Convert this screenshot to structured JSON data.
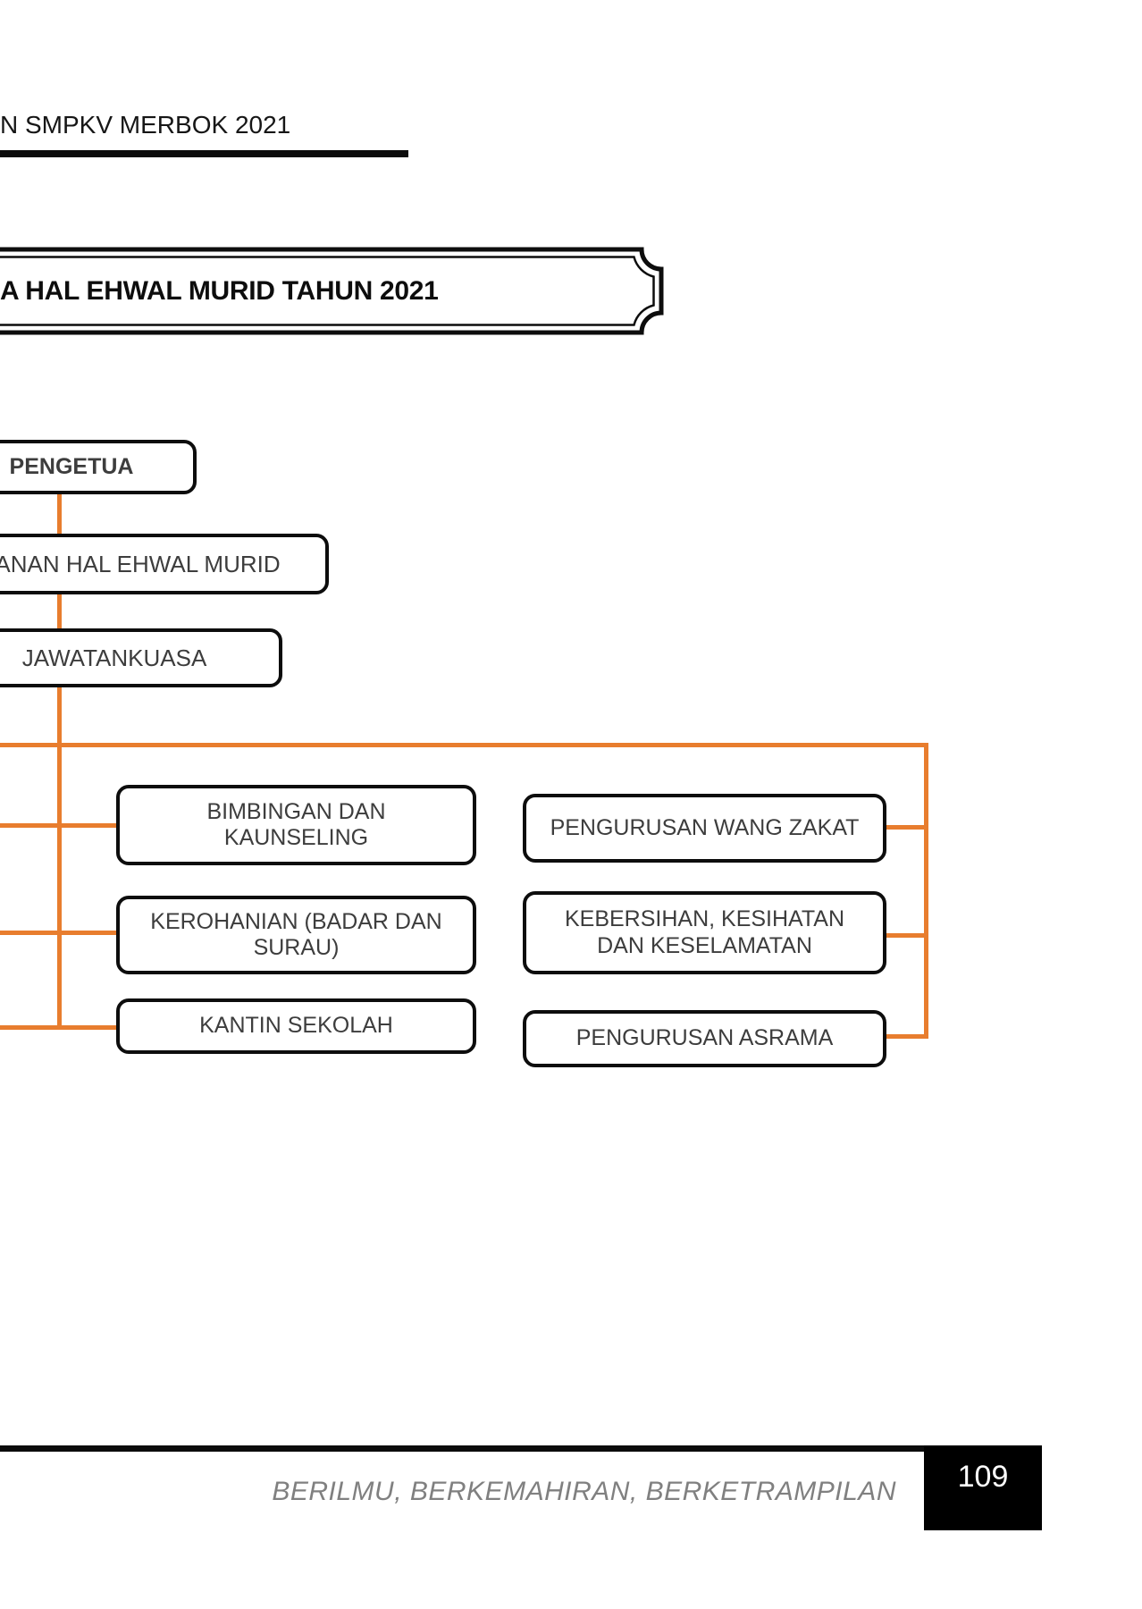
{
  "page": {
    "header": {
      "title": "N SMPKV MERBOK 2021"
    },
    "banner": {
      "title": "A HAL EHWAL MURID TAHUN 2021"
    },
    "org_chart": {
      "root": {
        "label": "PENGETUA"
      },
      "level2": {
        "label": "ANAN HAL EHWAL MURID"
      },
      "level3": {
        "label": "JAWATANKUASA"
      },
      "left_column": [
        {
          "label": "BIMBINGAN DAN KAUNSELING"
        },
        {
          "label": "KEROHANIAN (BADAR DAN SURAU)"
        },
        {
          "label": "KANTIN SEKOLAH"
        }
      ],
      "right_column": [
        {
          "label": "PENGURUSAN WANG ZAKAT"
        },
        {
          "label": "KEBERSIHAN, KESIHATAN DAN KESELAMATAN"
        },
        {
          "label": "PENGURUSAN ASRAMA"
        }
      ]
    },
    "footer": {
      "motto": "BERILMU, BERKEMAHIRAN, BERKETRAMPILAN",
      "page_number": "109"
    },
    "colors": {
      "connector": "#E87D2E",
      "border": "#0d0d0d",
      "text": "#3d3d3d",
      "motto": "#808080"
    }
  }
}
